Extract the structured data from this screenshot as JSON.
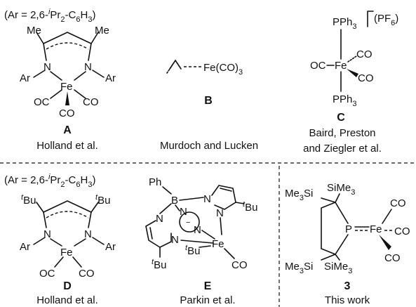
{
  "structures": {
    "A": {
      "note": "(Ar = 2,6-",
      "note_sup": "i",
      "note_rest": "Pr",
      "note_sub1": "2",
      "note_dash": "-C",
      "note_sub2": "6",
      "note_h": "H",
      "note_sub3": "3",
      "note_close": ")",
      "me_left": "Me",
      "me_right": "Me",
      "n_left": "N",
      "n_right": "N",
      "ar_left": "Ar",
      "ar_right": "Ar",
      "metal": "Fe",
      "co_left": "OC",
      "co_right": "CO",
      "co_bottom": "CO",
      "label": "A",
      "caption": "Holland et al."
    },
    "B": {
      "fe": "Fe(CO)",
      "fe_sub": "3",
      "label": "B",
      "caption": "Murdoch and Lucken"
    },
    "C": {
      "charge": "(PF",
      "charge_sub": "6",
      "charge_close": ")",
      "pph3_top": "PPh",
      "pph3_top_sub": "3",
      "pph3_bottom": "PPh",
      "pph3_bottom_sub": "3",
      "oc": "OC",
      "metal": "Fe",
      "co_upper": "CO",
      "co_lower": "CO",
      "label": "C",
      "caption_line1": "Baird, Preston",
      "caption_line2": "and Ziegler et al."
    },
    "D": {
      "note": "(Ar = 2,6-",
      "note_sup": "i",
      "note_rest": "Pr",
      "note_sub1": "2",
      "note_dash": "-C",
      "note_sub2": "6",
      "note_h": "H",
      "note_sub3": "3",
      "note_close": ")",
      "tbu_left_sup": "t",
      "tbu_left": "Bu",
      "tbu_right_sup": "t",
      "tbu_right": "Bu",
      "n_left": "N",
      "n_right": "N",
      "ar_left": "Ar",
      "ar_right": "Ar",
      "metal": "Fe",
      "co_left": "OC",
      "co_right": "CO",
      "label": "D",
      "caption": "Holland et al."
    },
    "E": {
      "ph": "Ph",
      "b": "B",
      "n1": "N",
      "n2": "N",
      "n3": "N",
      "n4": "N",
      "n5": "N",
      "n6": "N",
      "tbu_right_sup": "t",
      "tbu_right": "Bu",
      "tbu_mid_sup": "t",
      "tbu_mid": "Bu",
      "tbu_bottom_sup": "t",
      "tbu_bottom": "Bu",
      "metal": "Fe",
      "co": "CO",
      "label": "E",
      "caption": "Parkin et al."
    },
    "three": {
      "me3si_tl": "Me",
      "me3si_tl_sub": "3",
      "me3si_tl_si": "Si",
      "sime3_tr": "SiMe",
      "sime3_tr_sub": "3",
      "me3si_bl": "Me",
      "me3si_bl_sub": "3",
      "me3si_bl_si": "Si",
      "sime3_br": "SiMe",
      "sime3_br_sub": "3",
      "p": "P",
      "metal": "Fe",
      "co_top": "CO",
      "co_right": "CO",
      "co_bottom": "CO",
      "label": "3",
      "caption": "This work"
    }
  }
}
